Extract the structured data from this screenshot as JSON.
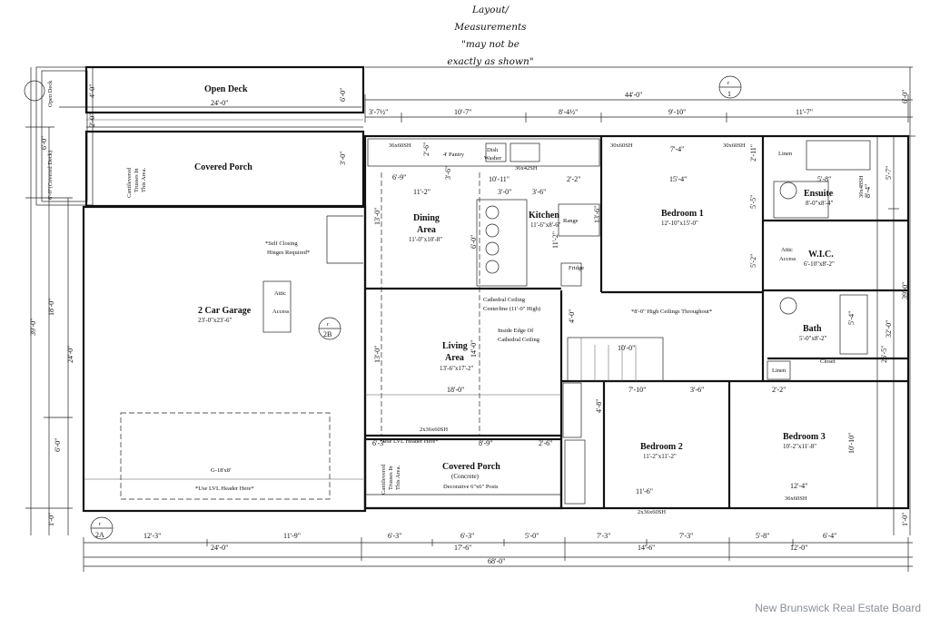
{
  "note": {
    "line1": "Layout/",
    "line2": "Measurements",
    "line3": "\"may not be",
    "line4": "exactly as shown\""
  },
  "watermark": "New Brunswick Real Estate Board",
  "rooms": {
    "open_deck": "Open Deck",
    "covered_porch_top": "Covered Porch",
    "garage": "2 Car Garage",
    "garage_dim": "23'-0\"x23'-6\"",
    "dining": "Dining",
    "dining2": "Area",
    "dining_dim": "11'-0\"x10'-8\"",
    "kitchen": "Kitchen",
    "kitchen_dim": "11'-6\"x8'-6\"",
    "living": "Living",
    "living2": "Area",
    "living_dim": "13'-6\"x17'-2\"",
    "bedroom1": "Bedroom 1",
    "bedroom1_dim": "12'-10\"x15'-0\"",
    "ensuite": "Ensuite",
    "ensuite_dim": "8'-0\"x8'-4\"",
    "wic": "W.I.C.",
    "wic_dim": "6'-10\"x8'-2\"",
    "bath": "Bath",
    "bath_dim": "5'-0\"x8'-2\"",
    "bedroom2": "Bedroom 2",
    "bedroom2_dim": "11'-2\"x11'-2\"",
    "bedroom3": "Bedroom 3",
    "bedroom3_dim": "10'-2\"x11'-8\"",
    "covered_porch_bottom": "Covered Porch",
    "concrete": "(Concrete)",
    "linen": "Linen",
    "closet": "Closet",
    "pantry": "4' Pantry",
    "dish": "Dish",
    "washer": "Washer",
    "fridge": "Fridge",
    "range": "Range",
    "attic": "Attic",
    "access": "Access"
  },
  "notes": {
    "self_closing": "*Self Closing",
    "hinges": "Hinges Required*",
    "cathedral1": "Cathedral Ceiling",
    "cathedral2": "Centerline (11'-0\" High)",
    "inside_edge1": "Inside Edge Of",
    "inside_edge2": "Cathedral Ceiling",
    "high_ceilings": "*8'-0\" High Ceilings Throughout*",
    "lvl_header": "*Use LVL Header Here*",
    "lvl_header2": "*Use LVL Header Here*",
    "decorative_posts": "Decorative 6\"x6\" Posts",
    "cantilever1": "Cantilevered",
    "cantilever2": "Trusses In",
    "cantilever3": "This Area.",
    "covered_deck": "6'-0\"(Covered Deck)",
    "open_deck_side": "Open Deck",
    "garage_door": "G-18'x8'",
    "win_36x60_a": "36x60SH",
    "win_36x42": "36x42SH",
    "win_30x60_a": "30x60SH",
    "win_30x60_b": "30x60SH",
    "win_2x36x60_a": "2x36x60SH",
    "win_2x36x60_b": "2x36x60SH",
    "win_36x60_b": "36x60SH",
    "win_30x48": "30x48SH",
    "section_1": "1",
    "section_2b": "2B",
    "section_2a": "2A",
    "section_r": "r"
  },
  "dims": {
    "top_44": "44'-0\"",
    "deck_24": "24'-0\"",
    "t1": "3'-7½\"",
    "t2": "10'-7\"",
    "t3": "8'-4½\"",
    "t4": "9'-10\"",
    "t5": "11'-7\"",
    "b_68": "68'-0\"",
    "b_24": "24'-0\"",
    "b_17_6": "17'-6\"",
    "b_14_6": "14'-6\"",
    "b_12_0": "12'-0\"",
    "b1": "12'-3\"",
    "b2": "11'-9\"",
    "b3": "6'-3\"",
    "b4": "6'-3\"",
    "b5": "5'-0\"",
    "b6": "7'-3\"",
    "b7": "7'-3\"",
    "b8": "5'-8\"",
    "b9": "6'-4\"",
    "l_39": "39'-0\"",
    "l_18": "18'-0\"",
    "l_24": "24'-0\"",
    "l_6": "6'-0\"",
    "l_6b": "6'-0\"",
    "l_1": "1'-0\"",
    "r_39": "39'-0\"",
    "r_32": "32'-0\"",
    "r_26_5": "26'-5\"",
    "r_5_7": "5'-7\"",
    "r_6": "6'-0\"",
    "r_1": "1'-0\"",
    "i_6_9": "6'-9\"",
    "i_11_2": "11'-2\"",
    "i_3_6": "3'-6\"",
    "i_10_11": "10'-11\"",
    "i_2_6": "2'-6\"",
    "i_15_4": "15'-4\"",
    "i_7_4": "7'-4\"",
    "i_5_8": "5'-8\"",
    "i_18": "18'-0\"",
    "i_13": "13'-0\"",
    "i_14": "14'-0\"",
    "i_7_10": "7'-10\"",
    "i_12_4": "12'-4\"",
    "i_11_6": "11'-6\"",
    "i_8_9": "8'-9\"",
    "i_6_3": "6'-3\"",
    "i_2_6b": "2'-6\"",
    "i_10_0": "10'-0\"",
    "i_10_10": "10'-10\"",
    "i_4_0": "4'-0\"",
    "i_5_5": "5'-5\"",
    "i_5_2": "5'-2\"",
    "i_5_4": "5'-4\"",
    "i_3_0": "3'-0\"",
    "i_3_6b": "3'-6\"",
    "i_2_2": "2'-2\"",
    "i_13_6": "13'-6\"",
    "i_11_2b": "11'-2\"",
    "i_6_0": "6'-0\"",
    "i_4_8": "4'-8\"",
    "i_2_11": "2'-11\"",
    "i_8_4": "8'-4\"",
    "i_3_6c": "3'-6\"",
    "i_2_2b": "2'-2\"",
    "i_13_0b": "13'-0\"",
    "i_3_0b": "3'-0\"",
    "i_6_0b": "6'-0\"",
    "i_2_0": "2'-0\"",
    "i_4_0b": "4'-0\""
  }
}
